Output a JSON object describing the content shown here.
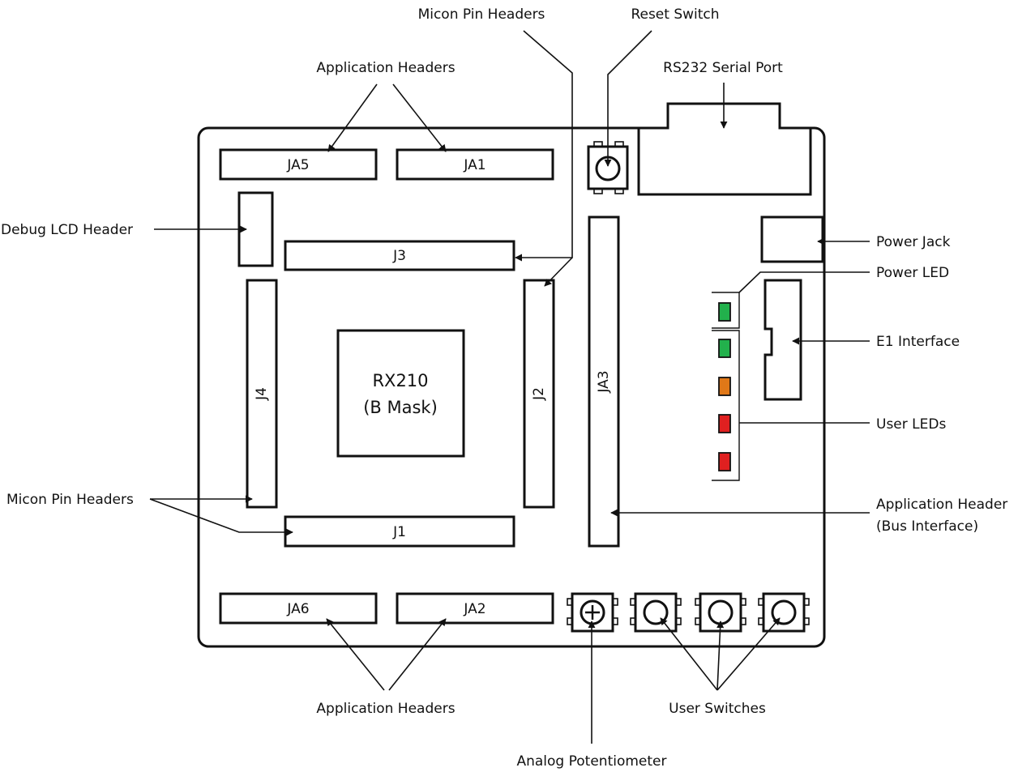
{
  "labels": {
    "micon_pin_headers_top": "Micon Pin Headers",
    "reset_switch": "Reset Switch",
    "application_headers_top": "Application Headers",
    "rs232_serial_port": "RS232 Serial Port",
    "debug_lcd_header": "Debug LCD Header",
    "power_jack": "Power Jack",
    "power_led": "Power LED",
    "e1_interface": "E1 Interface",
    "user_leds": "User LEDs",
    "micon_pin_headers_left": "Micon Pin Headers",
    "application_header_bus_line1": "Application Header",
    "application_header_bus_line2": "(Bus Interface)",
    "application_headers_bottom": "Application Headers",
    "user_switches": "User Switches",
    "analog_potentiometer": "Analog Potentiometer"
  },
  "headers": {
    "ja5": "JA5",
    "ja1": "JA1",
    "j3": "J3",
    "j4": "J4",
    "j2": "J2",
    "ja3": "JA3",
    "j1": "J1",
    "ja6": "JA6",
    "ja2": "JA2"
  },
  "chip": {
    "name": "RX210",
    "variant": "(B Mask)"
  },
  "leds": [
    {
      "role": "power",
      "color": "#22b14c"
    },
    {
      "role": "user",
      "color": "#22b14c"
    },
    {
      "role": "user",
      "color": "#e07818"
    },
    {
      "role": "user",
      "color": "#e02020"
    },
    {
      "role": "user",
      "color": "#e02020"
    }
  ],
  "colors": {
    "outline": "#111111",
    "background": "#ffffff"
  }
}
